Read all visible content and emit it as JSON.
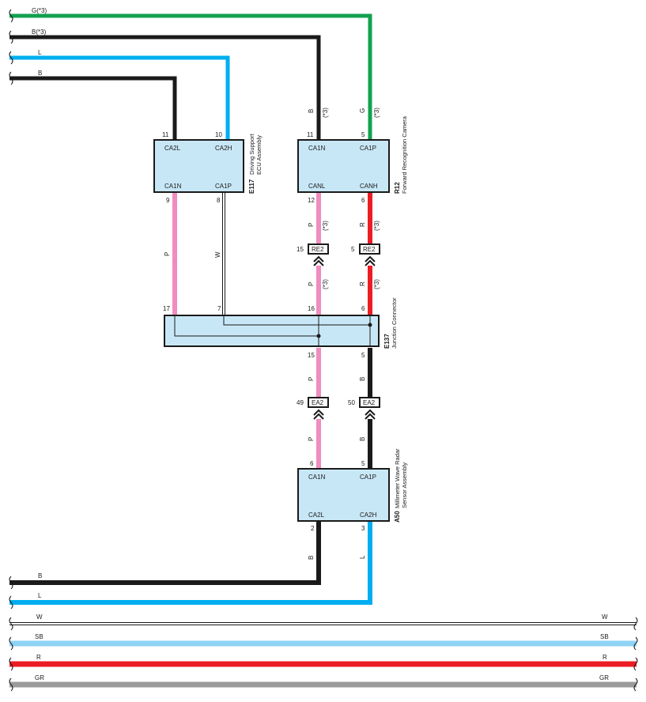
{
  "colors": {
    "G": "#12a150",
    "B": "#1a1a1a",
    "L": "#00aeef",
    "P": "#f08cbf",
    "R": "#ed1c24",
    "W": "#ffffff",
    "SB": "#8fd3f5",
    "GR": "#9b9b9b",
    "box_fill": "#c8e7f6"
  },
  "top_wires": [
    {
      "label": "G(*3)"
    },
    {
      "label": "B(*3)"
    },
    {
      "label": "L"
    },
    {
      "label": "B"
    }
  ],
  "components": {
    "e117": {
      "code": "E117",
      "name_line1": "Driving Support",
      "name_line2": "ECU Assembly",
      "pin_names": {
        "top_left": "CA2L",
        "top_right": "CA2H",
        "bottom_left": "CA1N",
        "bottom_right": "CA1P"
      },
      "pins": {
        "top_left": "11",
        "top_right": "10",
        "bottom_left": "9",
        "bottom_right": "8"
      }
    },
    "r12": {
      "code": "R12",
      "name": "Forward Recognition Camera",
      "pin_names": {
        "top_left": "CA1N",
        "top_right": "CA1P",
        "bottom_left": "CANL",
        "bottom_right": "CANH"
      },
      "pins": {
        "top_left": "11",
        "top_right": "5",
        "bottom_left": "12",
        "bottom_right": "6"
      }
    },
    "e137": {
      "code": "E137",
      "name": "Junction Connector",
      "pins_top": [
        "17",
        "7",
        "16",
        "6"
      ],
      "pins_bottom": [
        "15",
        "5"
      ]
    },
    "a50": {
      "code": "A50",
      "name_line1": "Millimeter Wave Radar",
      "name_line2": "Sensor Assembly",
      "pin_names": {
        "top_left": "CA1N",
        "top_right": "CA1P",
        "bottom_left": "CA2L",
        "bottom_right": "CA2H"
      },
      "pins": {
        "top_left": "6",
        "top_right": "5",
        "bottom_left": "2",
        "bottom_right": "3"
      }
    }
  },
  "inline_connectors": {
    "re2_left": {
      "code": "RE2",
      "pin": "15"
    },
    "re2_right": {
      "code": "RE2",
      "pin": "5"
    },
    "ea2_left": {
      "code": "EA2",
      "pin": "49"
    },
    "ea2_right": {
      "code": "EA2",
      "pin": "50"
    }
  },
  "wire_labels": {
    "r12_top_left": {
      "color": "B",
      "note": "(*3)"
    },
    "r12_top_right": {
      "color": "G",
      "note": "(*3)"
    },
    "e117_bottom_left": "P",
    "e117_bottom_right": "W",
    "r12_bottom_left_upper": {
      "color": "P",
      "note": "(*3)"
    },
    "r12_bottom_right_upper": {
      "color": "R",
      "note": "(*3)"
    },
    "r12_bottom_left_lower": {
      "color": "P",
      "note": "(*3)"
    },
    "r12_bottom_right_lower": {
      "color": "R",
      "note": "(*3)"
    },
    "e137_bottom_left_upper": "P",
    "e137_bottom_right_upper": "B",
    "e137_bottom_left_lower": "P",
    "e137_bottom_right_lower": "B",
    "a50_bottom_left": "B",
    "a50_bottom_right": "L"
  },
  "bottom_wires": [
    {
      "label": "B"
    },
    {
      "label": "L"
    }
  ],
  "bus_wires": [
    {
      "left": "W",
      "right": "W"
    },
    {
      "left": "SB",
      "right": "SB"
    },
    {
      "left": "R",
      "right": "R"
    },
    {
      "left": "GR",
      "right": "GR"
    }
  ]
}
